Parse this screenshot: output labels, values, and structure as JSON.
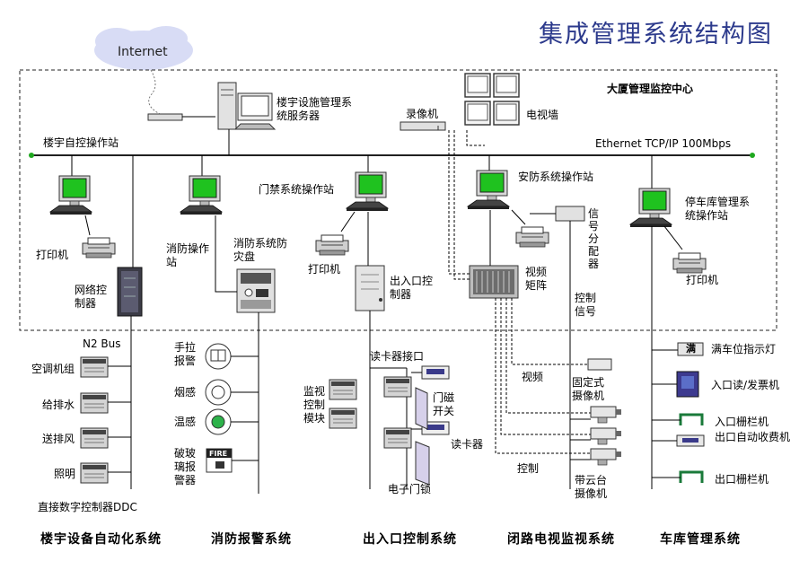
{
  "title": "集成管理系统结构图",
  "cloud": {
    "label": "Internet"
  },
  "center": {
    "label": "大厦管理监控中心",
    "network": "Ethernet TCP/IP 100Mbps"
  },
  "top": {
    "server": "楼宇设施管理系统服务器",
    "vcr": "录像机",
    "tvwall": "电视墙"
  },
  "stations": {
    "bas": "楼宇自控操作站",
    "access": "门禁系统操作站",
    "security": "安防系统操作站",
    "parking": "停车库管理系统操作站",
    "fire": "消防操作站"
  },
  "devices": {
    "printer": "打印机",
    "fire_panel": "消防系统防灾盘",
    "net_controller": "网络控制器",
    "io_controller": "出入口控制器",
    "splitter": "信号分配器",
    "matrix": "视频矩阵",
    "control_signal": "控制信号"
  },
  "bas_field": {
    "bus": "N2 Bus",
    "items": [
      "空调机组",
      "给排水",
      "送排风",
      "照明"
    ],
    "ddc": "直接数字控制器DDC"
  },
  "fire_field": {
    "pull": "手拉报警",
    "smoke": "烟感",
    "heat": "温感",
    "glass": "破玻璃报警器",
    "fire_text": "FIRE"
  },
  "access_field": {
    "card_interface": "读卡器接口",
    "monitor_module": "监视控制模块",
    "door_switch": "门磁开关",
    "card_reader": "读卡器",
    "elock": "电子门锁"
  },
  "cctv_field": {
    "video": "视频",
    "fixed_cam": "固定式摄像机",
    "control": "控制",
    "ptz_cam": "带云台摄像机"
  },
  "parking_field": {
    "full_sign": "满车位指示灯",
    "full_char": "满",
    "entry_ticket": "入口读/发票机",
    "entry_gate": "入口栅栏机",
    "exit_fee": "出口自动收费机",
    "exit_gate": "出口栅栏机"
  },
  "footer": [
    "楼宇设备自动化系统",
    "消防报警系统",
    "出入口控制系统",
    "闭路电视监视系统",
    "车库管理系统"
  ]
}
